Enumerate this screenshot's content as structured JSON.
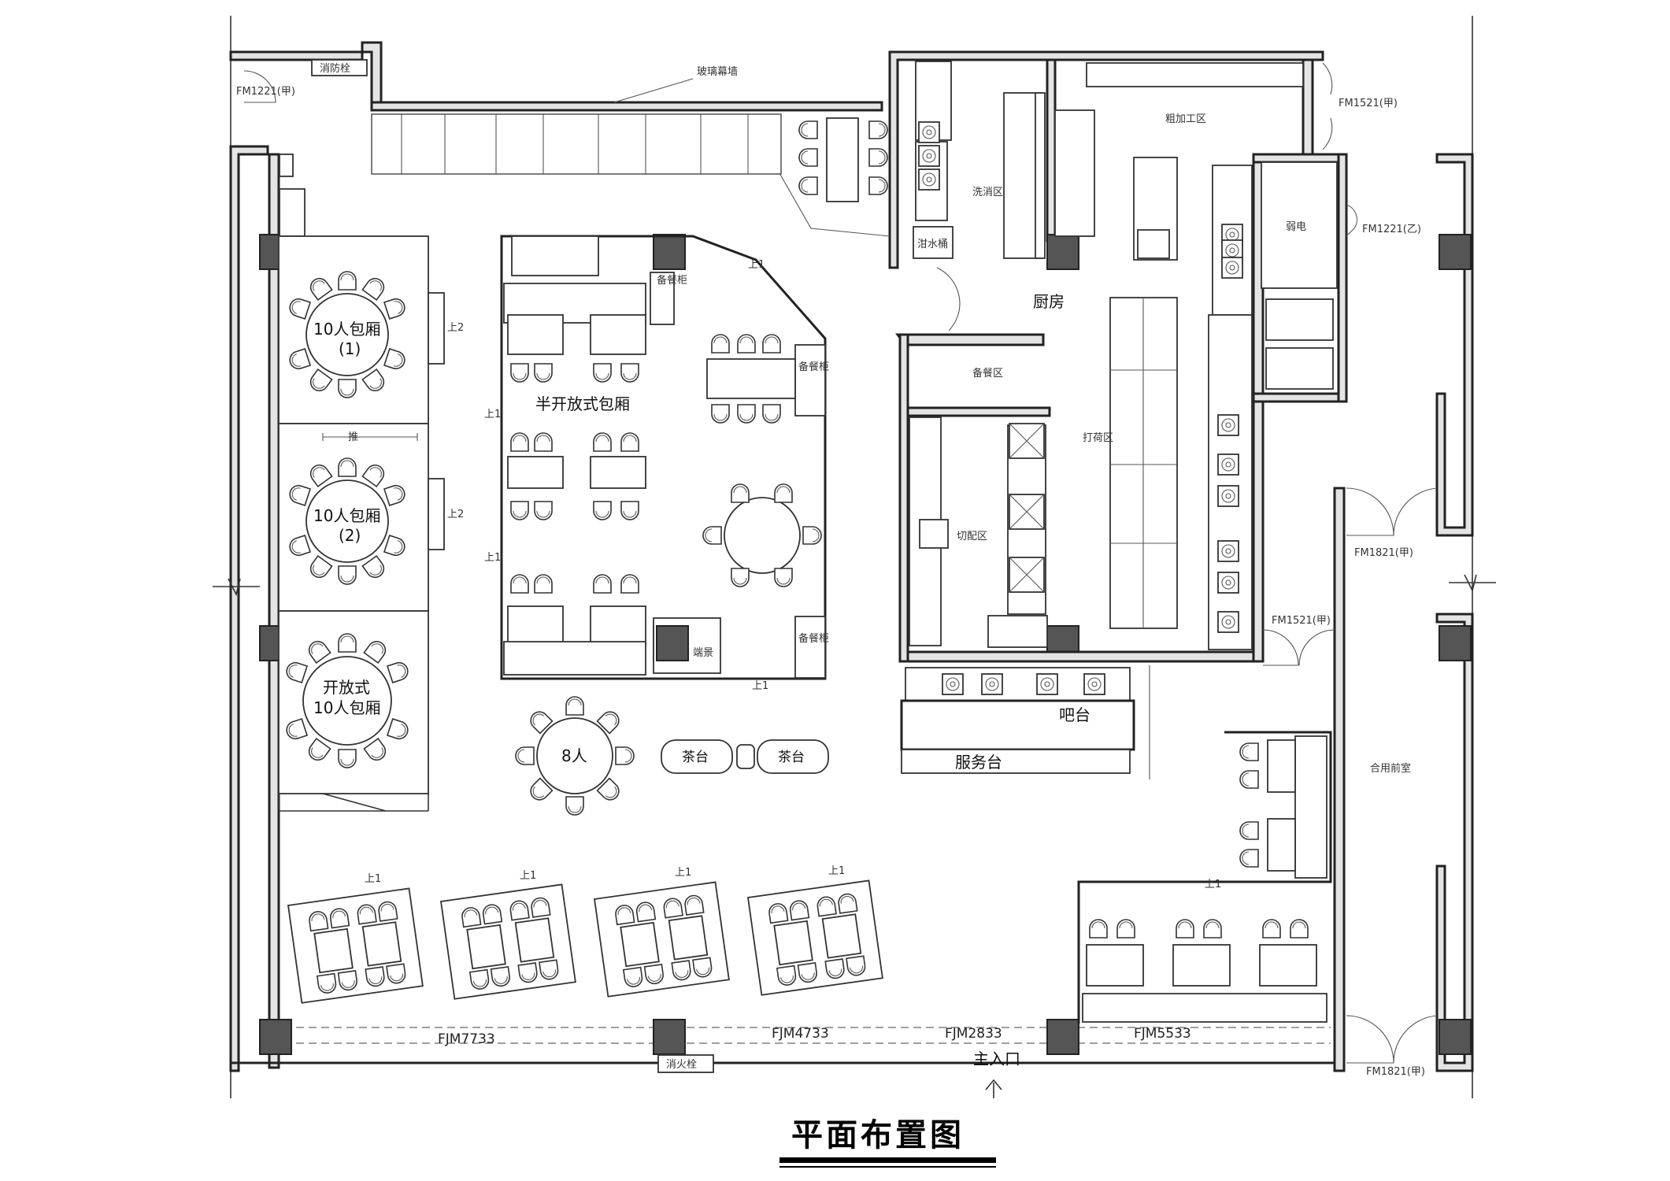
{
  "title": "平面布置图",
  "rooms": {
    "private_room_1": "10人包厢",
    "private_room_1_no": "(1)",
    "private_room_2": "10人包厢",
    "private_room_2_no": "(2)",
    "open_room_line1": "开放式",
    "open_room_line2": "10人包厢",
    "semi_open_room": "半开放式包厢",
    "table_8": "8人",
    "tea_1": "茶台",
    "tea_2": "茶台",
    "kitchen": "厨房",
    "rough_processing": "粗加工区",
    "washing": "洗消区",
    "swill_bucket": "泔水桶",
    "low_voltage": "弱电",
    "prep_area": "备餐区",
    "packing_area": "打荷区",
    "cutting_area": "切配区",
    "bar": "吧台",
    "service_counter": "服务台",
    "shared_lobby": "合用前室",
    "main_entrance": "主入口",
    "side_cabinet_1": "备餐柜",
    "side_cabinet_2": "备餐柜",
    "side_cabinet_3": "备餐柜",
    "display": "端景",
    "glass_curtain_wall": "玻璃幕墙",
    "fire_hydrant_top": "消防栓",
    "fire_hydrant_bottom": "消火栓",
    "push": "推"
  },
  "door_codes": {
    "fm1221_a": "FM1221(甲)",
    "fm1521_a_top": "FM1521(甲)",
    "fm1221_b": "FM1221(乙)",
    "fm1821_a_mid": "FM1821(甲)",
    "fm1521_a_mid": "FM1521(甲)",
    "fm1821_a_bottom": "FM1821(甲)",
    "fjm7733": "FJM7733",
    "fjm4733": "FJM4733",
    "fjm2833": "FJM2833",
    "fjm5533": "FJM5533"
  },
  "steps": {
    "up1": "上1",
    "up2": "上2"
  },
  "icons": {
    "entrance_arrow": "up-arrow-icon"
  }
}
